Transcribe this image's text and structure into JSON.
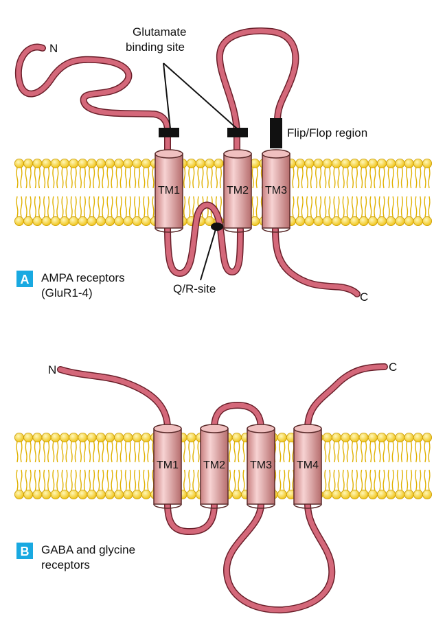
{
  "panel_a": {
    "letter": "A",
    "title_line1": "AMPA receptors",
    "title_line2": "(GluR1-4)",
    "n_label": "N",
    "c_label": "C",
    "glutamate_line1": "Glutamate",
    "glutamate_line2": "binding site",
    "flipflop_label": "Flip/Flop region",
    "qr_label": "Q/R-site",
    "tm_labels": [
      "TM1",
      "TM2",
      "TM3"
    ]
  },
  "panel_b": {
    "letter": "B",
    "title_line1": "GABA and glycine",
    "title_line2": "receptors",
    "n_label": "N",
    "c_label": "C",
    "tm_labels": [
      "TM1",
      "TM2",
      "TM3",
      "TM4"
    ]
  },
  "colors": {
    "chain": "#c95a6a",
    "chain_edge": "#6a1f2a",
    "lipid_head": "#f6d84a",
    "lipid_tail": "#e0b100",
    "helix": "#e6a8a8",
    "badge": "#19a9e1"
  }
}
